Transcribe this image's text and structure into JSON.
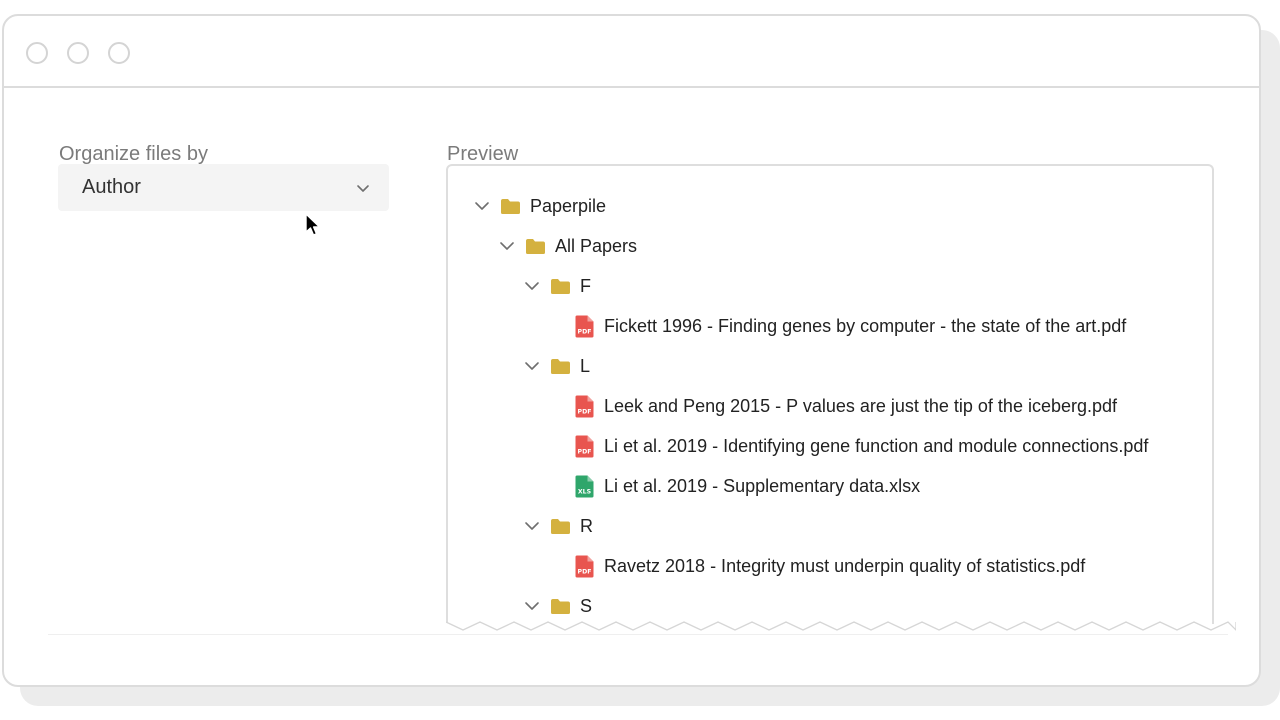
{
  "window": {
    "controls": [
      "close",
      "minimize",
      "zoom"
    ]
  },
  "left_panel": {
    "label": "Organize files by",
    "select": {
      "value": "Author"
    }
  },
  "preview": {
    "label": "Preview",
    "tree": [
      {
        "label": "Paperpile",
        "type": "folder",
        "level": 0,
        "expanded": true
      },
      {
        "label": "All Papers",
        "type": "folder",
        "level": 1,
        "expanded": true
      },
      {
        "label": "F",
        "type": "folder",
        "level": 2,
        "expanded": true
      },
      {
        "label": "Fickett 1996 - Finding genes by computer - the state of the art.pdf",
        "type": "pdf",
        "level": 3
      },
      {
        "label": "L",
        "type": "folder",
        "level": 2,
        "expanded": true
      },
      {
        "label": "Leek and Peng 2015 - P values are just the tip of the iceberg.pdf",
        "type": "pdf",
        "level": 3
      },
      {
        "label": "Li et al. 2019 - Identifying gene function and module connections.pdf",
        "type": "pdf",
        "level": 3
      },
      {
        "label": "Li et al. 2019 - Supplementary data.xlsx",
        "type": "xls",
        "level": 3
      },
      {
        "label": "R",
        "type": "folder",
        "level": 2,
        "expanded": true
      },
      {
        "label": "Ravetz 2018 - Integrity must underpin quality of statistics.pdf",
        "type": "pdf",
        "level": 3
      },
      {
        "label": "S",
        "type": "folder",
        "level": 2,
        "expanded": true
      }
    ]
  },
  "colors": {
    "folder": "#d4b13f",
    "pdf": "#e8554f",
    "xls": "#2fa66b",
    "chevron": "#6f6f6f"
  }
}
